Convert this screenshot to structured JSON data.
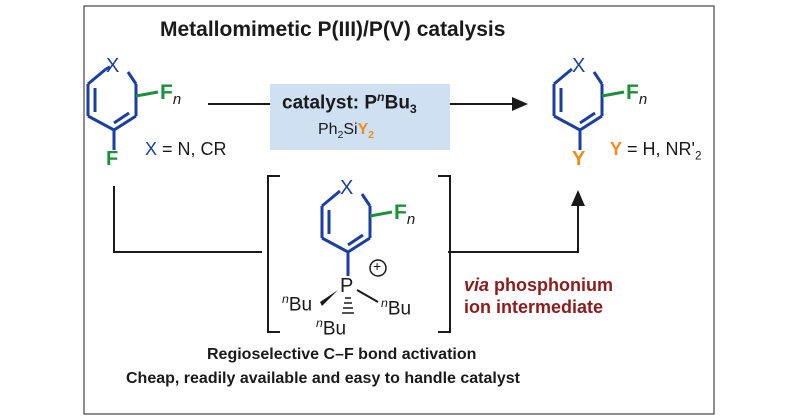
{
  "title": "Metallomimetic P(III)/P(V) catalysis",
  "catalyst": {
    "label": "catalyst: P",
    "super": "n",
    "label_end": "Bu",
    "sub": "3"
  },
  "reagent": {
    "pre": "Ph",
    "sub": "2",
    "mid": "Si",
    "y": "Y",
    "ysub": "2"
  },
  "substrate": {
    "x": "X",
    "f_sub": "F",
    "n": "n",
    "f_leaving": "F"
  },
  "x_definition": {
    "x": "X",
    "rest": " = N, CR"
  },
  "product": {
    "x": "X",
    "f_sub": "F",
    "n": "n",
    "y": "Y"
  },
  "y_definition": {
    "y": "Y",
    "rest": " = H, NR'",
    "sub": "2"
  },
  "intermediate": {
    "x": "X",
    "f_sub": "F",
    "n": "n",
    "p": "P",
    "charge": "+",
    "bu_prefix": "n",
    "bu": "Bu"
  },
  "via": {
    "italic": "via",
    "rest": " phosphonium",
    "line2": "ion intermediate"
  },
  "footer": {
    "line1": "Regioselective C–F bond activation",
    "line2": "Cheap, readily available and easy to handle catalyst"
  },
  "colors": {
    "blue": "#1b3fa0",
    "green": "#1e8f3a",
    "orange": "#f08c1c",
    "maroon": "#8e1b1b",
    "box": "#cfe0f3"
  }
}
